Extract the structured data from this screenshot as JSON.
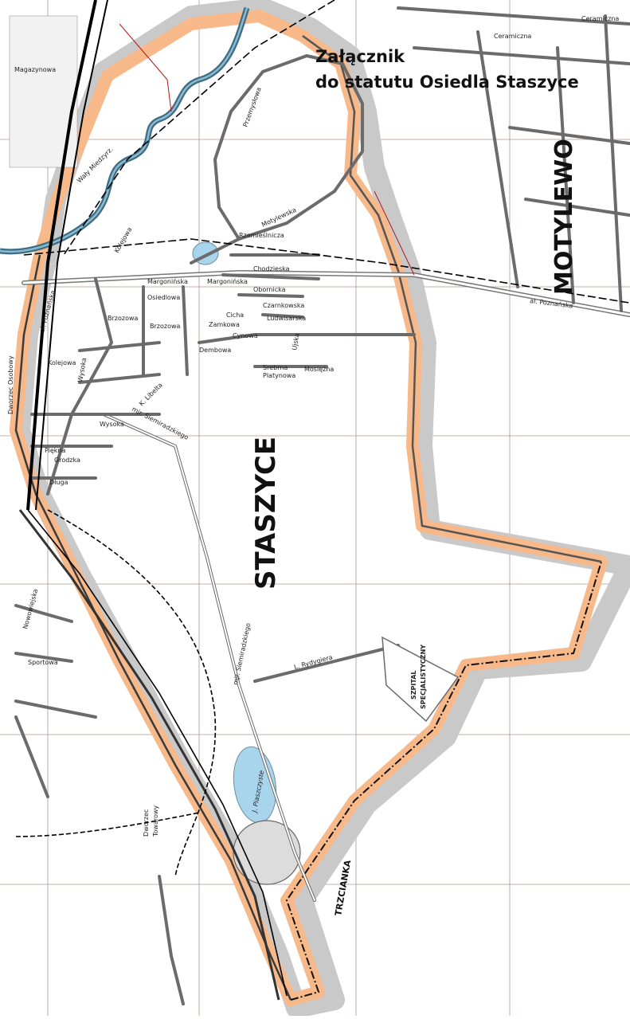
{
  "title": {
    "line1": "Załącznik",
    "line2": "do statutu Osiedla Staszyce"
  },
  "districts": {
    "main": "STASZYCE",
    "neighbor": "MOTYLEWO",
    "south": "TRZCIANKA"
  },
  "landmarks": {
    "passenger_station": "Dworzec Osobowy",
    "freight_station_line1": "Dworzec",
    "freight_station_line2": "Towarowy",
    "hospital_line1": "SZPITAL",
    "hospital_line2": "SPECJALISTYCZNY",
    "lake": "J. Piaszczyste"
  },
  "streets": {
    "poznanska_east": "al. Poznańska",
    "poznanska_west": "ul. Poznańska",
    "siemiradzkiego": "mjr. Siemiradzkiego",
    "siemiradzkiego_north": "mjr. Siemiradzkiego",
    "rydygiera": "L. Rydygiera",
    "motylewska": "Motylewska",
    "rzemieslnicza": "Rzemieślnicza",
    "chodzieska": "Chodzieska",
    "obornicka": "Obornicka",
    "margoninska": "Margonińska",
    "margoninska2": "Margonińska",
    "czarnkowska": "Czarnkowska",
    "ludwisarska": "Ludwisarska",
    "cynowa": "Cynowa",
    "dembowa": "Dembowa",
    "srebrna": "Srebrna",
    "mosiezna": "Mosiężna",
    "platynowa": "Platynowa",
    "brzozowa": "Brzozowa",
    "brzozowa2": "Brzozowa",
    "osiedlowa": "Osiedlowa",
    "kolejowa": "Kolejowa",
    "wysoka": "Wysoka",
    "wysoka2": "Wysoka",
    "grodzka": "Grodzka",
    "piekna": "Piękna",
    "dluga": "Długa",
    "sportowa": "Sportowa",
    "przemyslowa": "Przemysłowa",
    "ceramiczna": "Ceramiczna",
    "ceramiczna2": "Ceramiczna",
    "magazynowa": "Magazynowa",
    "wiejska": "Wały Miedzyrz.",
    "nowowiejska": "Nowowiejska",
    "cicha": "Cicha",
    "zamkowa": "Zamkowa",
    "ujska": "Ujska",
    "pila_kolej": "Kolejowa",
    "k_libelta": "K. Libelta"
  },
  "colors": {
    "boundary_fill": "#f7b98a",
    "boundary_shadow": "#c9c9c9",
    "boundary_line": "#3a3a3a",
    "river": "#3b6e86",
    "water": "#a8d4ec",
    "roads": "#6b6b6b",
    "grid": "#8a6a5a",
    "rail": "#000000",
    "admin_red": "#b01818"
  }
}
